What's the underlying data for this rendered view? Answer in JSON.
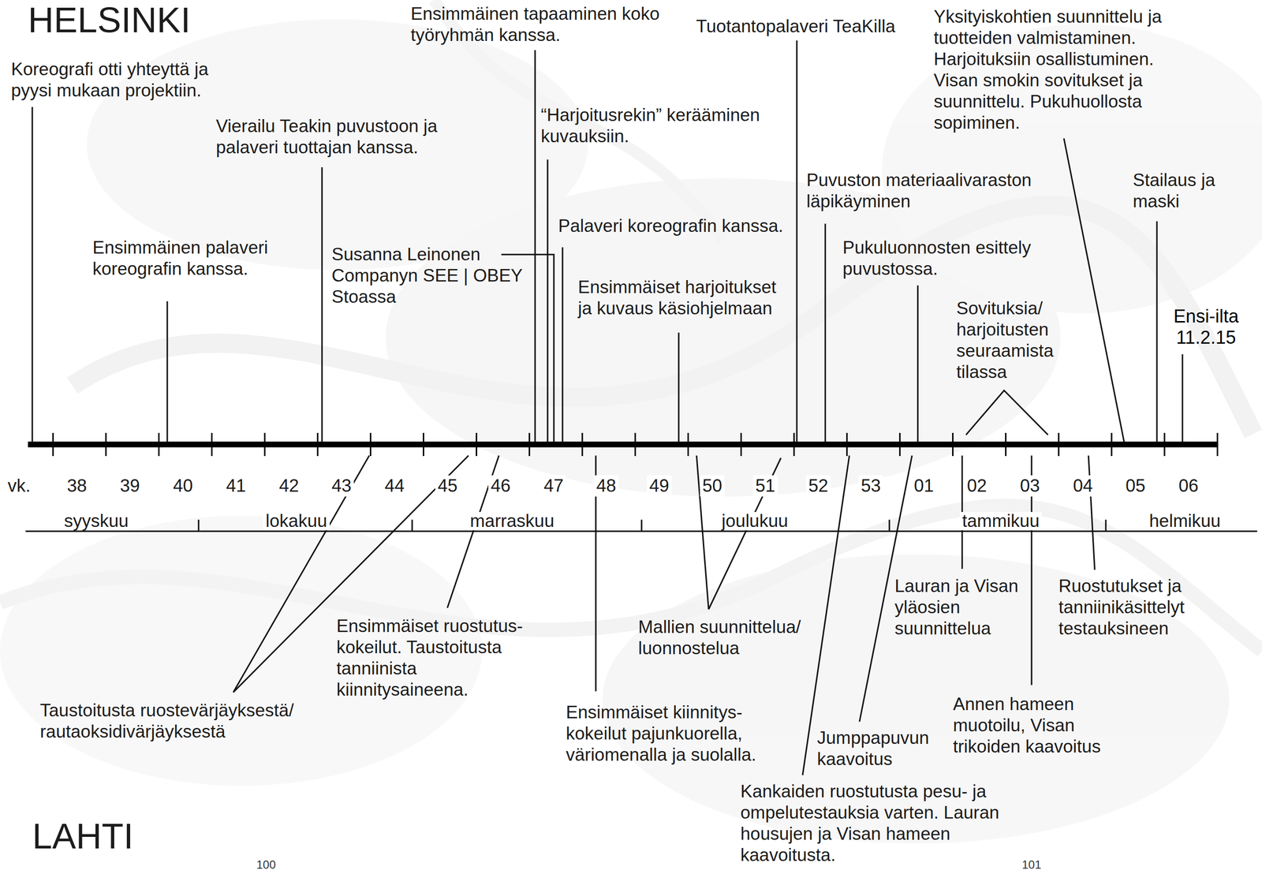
{
  "diagram": {
    "labels": [
      "HELSINKI",
      "Koreografi otti yhteyttä ja pyysi mukaan projektiin.",
      "Ensimmäinen palaveri koreografin kanssa.",
      "Vierailu Teakin puvustoon ja palaveri tuottajan kanssa.",
      "Susanna Leinonen Companyn SEE | OBEY Stoassa",
      "Ensimmäinen tapaaminen koko työryhmän kanssa.",
      "“Harjoitusrekin” kerääminen kuvauksiin.",
      "Palaveri koreografin kanssa.",
      "Ensimmäiset harjoitukset ja kuvaus käsiohjelmaan",
      "Tuotantopalaveri TeaKilla",
      "Puvuston materiaalivaraston läpikäyminen",
      "Pukuluonnosten esittely puvustossa.",
      "Yksityiskohtien suunnittelu ja tuotteiden valmistaminen. Harjoituksiin osallistuminen. Visan smokin sovitukset ja suunnittelu. Pukuhuollosta sopiminen.",
      "Sovituksia/ harjoitusten seuraamista tilassa",
      "Stailaus ja maski",
      "Ensi-ilta 11.2.15",
      "vk.",
      "38",
      "39",
      "40",
      "41",
      "42",
      "43",
      "44",
      "45",
      "46",
      "47",
      "48",
      "49",
      "50",
      "51",
      "52",
      "53",
      "01",
      "02",
      "03",
      "04",
      "05",
      "06",
      "syyskuu",
      "lokakuu",
      "marraskuu",
      "joulukuu",
      "tammikuu",
      "helmikuu",
      "Taustoitusta ruostevärjäyksestä/ rautaoksidivärjäyksestä",
      "Ensimmäiset ruostutus- kokeilut. Taustoitusta tanniinista kiinnitysaineena.",
      "Ensimmäiset kiinnitys- kokeilut pajunkuorella, väriomenalla ja suolalla.",
      "Mallien suunnittelua/ luonnostelua",
      "Kankaiden ruostutusta pesu- ja ompelutestauksia varten. Lauran housujen ja Visan hameen kaavoitusta.",
      "Jumppapuvun kaavoitus",
      "Lauran ja Visan yläosien suunnittelua",
      "Annen hameen muotoilu, Visan trikoiden kaavoitus",
      "Ruostutukset ja tanniinikäsittelyt testauksineen",
      "LAHTI",
      "100",
      "101"
    ]
  }
}
